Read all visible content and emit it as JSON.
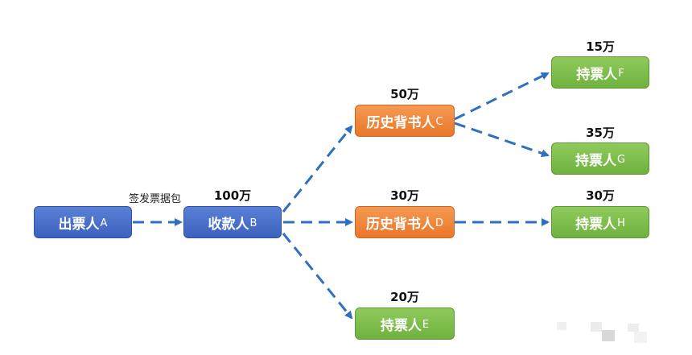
{
  "nodes": {
    "a": {
      "label": "出票人",
      "sub": "A"
    },
    "b": {
      "label": "收款人",
      "sub": "B"
    },
    "c": {
      "label": "历史背书人",
      "sub": "C"
    },
    "d": {
      "label": "历史背书人",
      "sub": "D"
    },
    "e": {
      "label": "持票人",
      "sub": "E"
    },
    "f": {
      "label": "持票人",
      "sub": "F"
    },
    "g": {
      "label": "持票人",
      "sub": "G"
    },
    "h": {
      "label": "持票人",
      "sub": "H"
    }
  },
  "amounts": {
    "b": "100万",
    "c": "50万",
    "d": "30万",
    "e": "20万",
    "f": "15万",
    "g": "35万",
    "h": "30万"
  },
  "edge_labels": {
    "ab": "签发票据包"
  },
  "colors": {
    "edge": "#2f6fc0",
    "blue": "#4a70cc",
    "orange": "#ee8436",
    "green": "#7dbd4c"
  }
}
